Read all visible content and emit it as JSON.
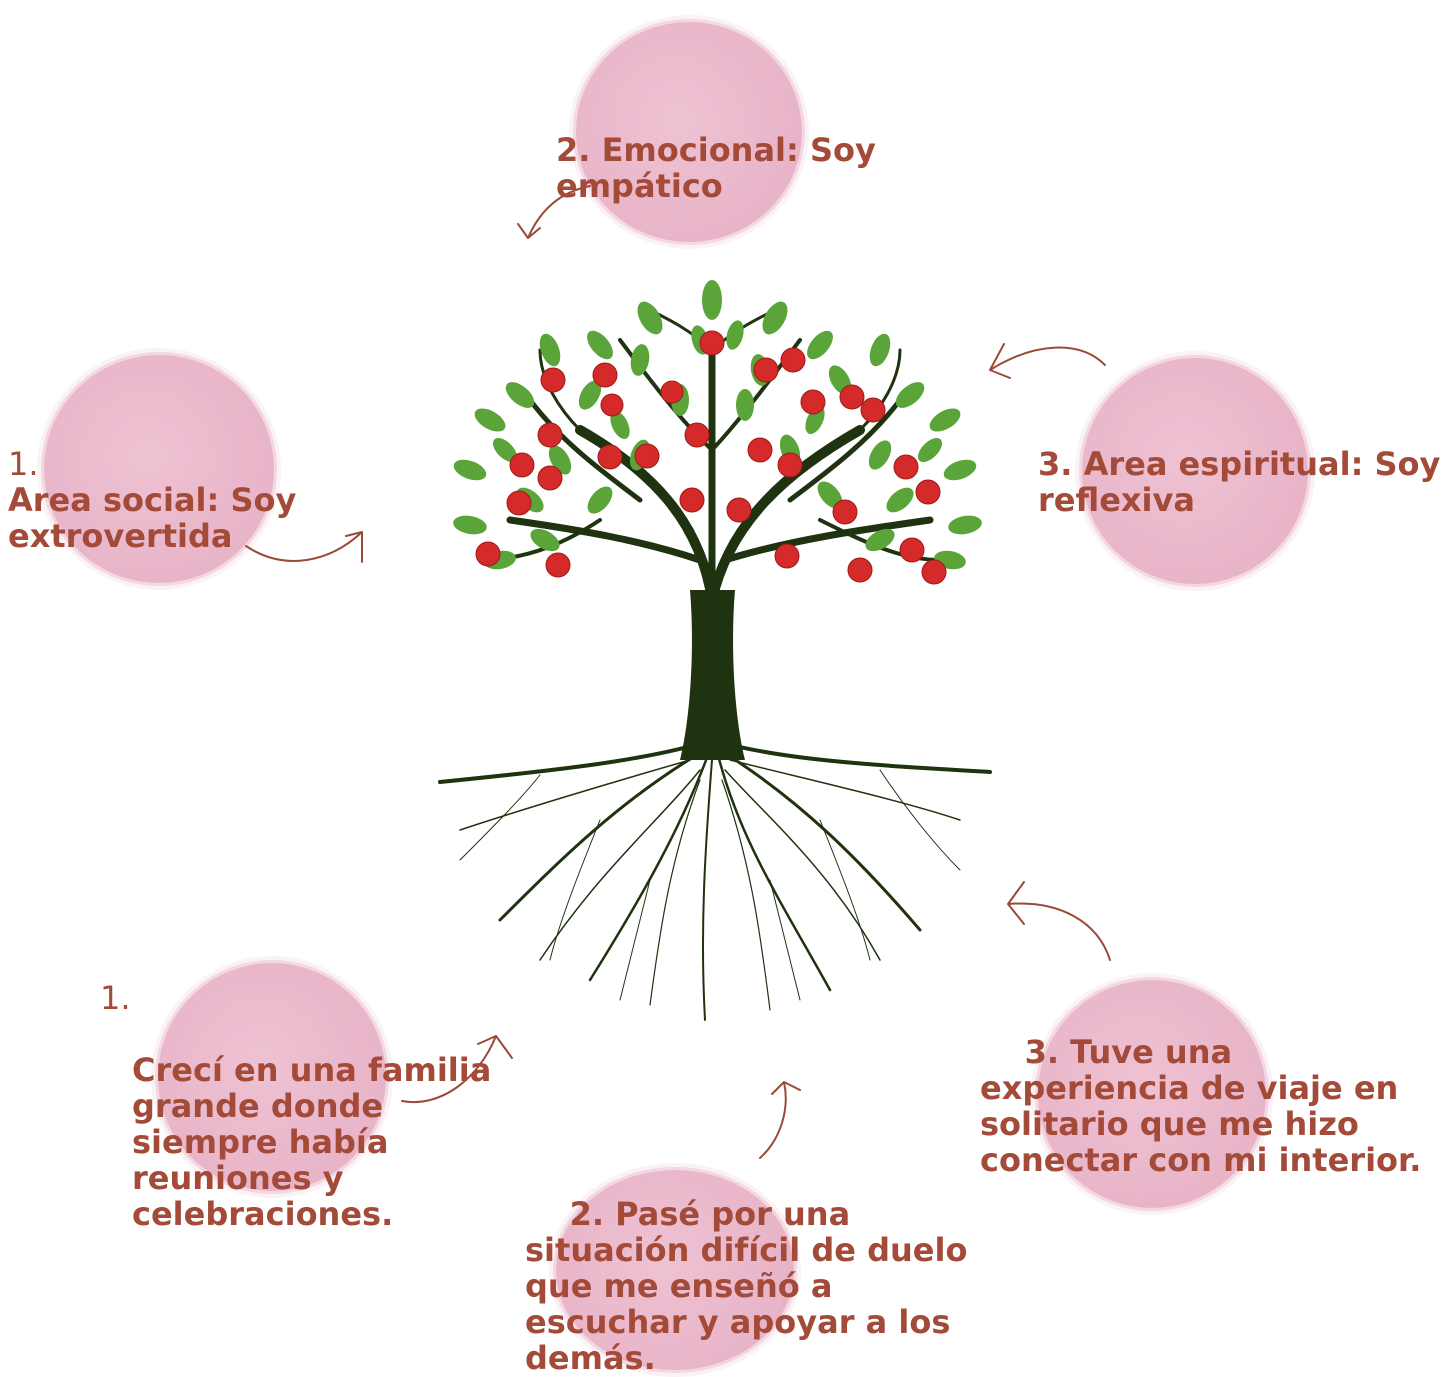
{
  "area_labels": {
    "social": {
      "number": "1.",
      "text": "Area social: Soy\nextrovertida"
    },
    "emocional": {
      "text": "2.  Emocional: Soy\nempático"
    },
    "espiritual": {
      "text": "3.  Area espiritual: Soy\nreflexiva"
    }
  },
  "experience_labels": {
    "familia": {
      "number": "1.",
      "text": "Crecí en una familia\ngrande donde\nsiempre había\nreuniones y\ncelebraciones."
    },
    "duelo": {
      "text": "    2. Pasé por una\nsituación difícil de duelo\nque me enseñó a\nescuchar y apoyar a los\ndemás."
    },
    "viaje": {
      "text": "    3. Tuve una\nexperiencia de viaje en\nsolitario que me hizo\nconectar con mi interior."
    }
  },
  "colors": {
    "text": "#a34a38",
    "circle": "#e9b6ca",
    "arrow": "#9a4a38",
    "trunk": "#1f3310",
    "leaf": "#5aa43a",
    "apple": "#d42a2a"
  }
}
